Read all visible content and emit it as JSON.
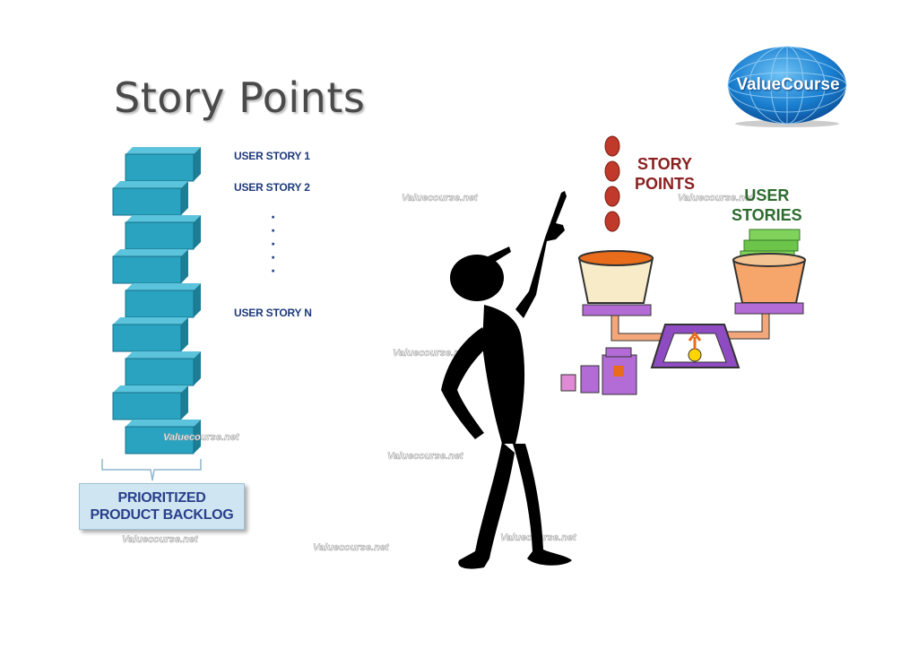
{
  "slide": {
    "title": "Story Points",
    "logo_text": "ValueCourse"
  },
  "backlog": {
    "stories": [
      "USER STORY 1",
      "USER STORY 2",
      "USER STORY N"
    ],
    "ellipsis": "·",
    "label_line1": "PRIORITIZED",
    "label_line2": "PRODUCT BACKLOG"
  },
  "scale": {
    "story_points_label_1": "STORY",
    "story_points_label_2": "POINTS",
    "user_stories_label_1": "USER",
    "user_stories_label_2": "STORIES"
  },
  "watermark": "Valuecourse.net",
  "colors": {
    "block": "#2aa3c0",
    "block_dark": "#1d7d95",
    "title": "#4a4a4a",
    "story_text": "#1f3a7a",
    "points": "#c0392b",
    "story_points_label": "#8a1f1f",
    "user_stories_label": "#2e6b2e"
  }
}
